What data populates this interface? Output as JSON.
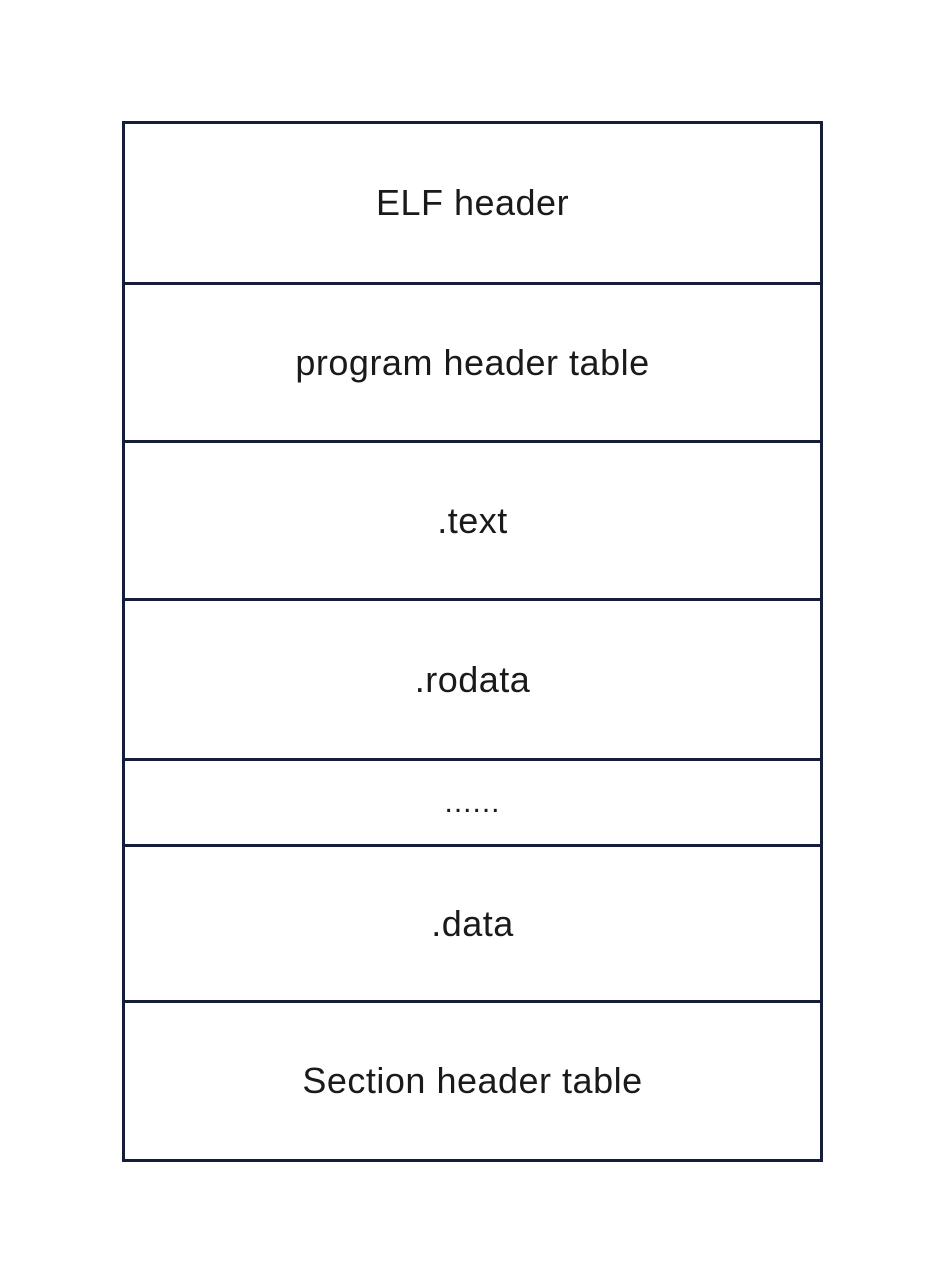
{
  "diagram": {
    "type": "elf-file-layout",
    "rows": [
      {
        "label": "ELF header"
      },
      {
        "label": "program header table"
      },
      {
        "label": ".text"
      },
      {
        "label": ".rodata"
      },
      {
        "label": "......"
      },
      {
        "label": ".data"
      },
      {
        "label": "Section header table"
      }
    ],
    "colors": {
      "border": "#161d3a",
      "text": "#1a1a1a",
      "background": "#ffffff"
    }
  }
}
